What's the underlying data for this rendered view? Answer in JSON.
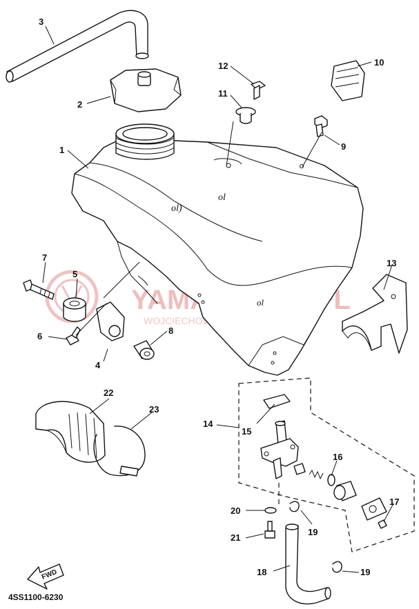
{
  "watermark": {
    "brand": "YAMA-SKLEP.PL",
    "dealer": "WOJCIECHOWICZ | DEALER YAMAHA"
  },
  "diagram_code": "4SS1100-6230",
  "fwd_label": "FWD",
  "callouts": {
    "p1": "1",
    "p2": "2",
    "p3": "3",
    "p4": "4",
    "p5": "5",
    "p6": "6",
    "p7": "7",
    "p8": "8",
    "p9": "9",
    "p10": "10",
    "p11": "11",
    "p12": "12",
    "p13": "13",
    "p14": "14",
    "p15": "15",
    "p16": "16",
    "p17": "17",
    "p18": "18",
    "p19a": "19",
    "p19b": "19",
    "p20": "20",
    "p21": "21",
    "p22": "22",
    "p23": "23"
  }
}
